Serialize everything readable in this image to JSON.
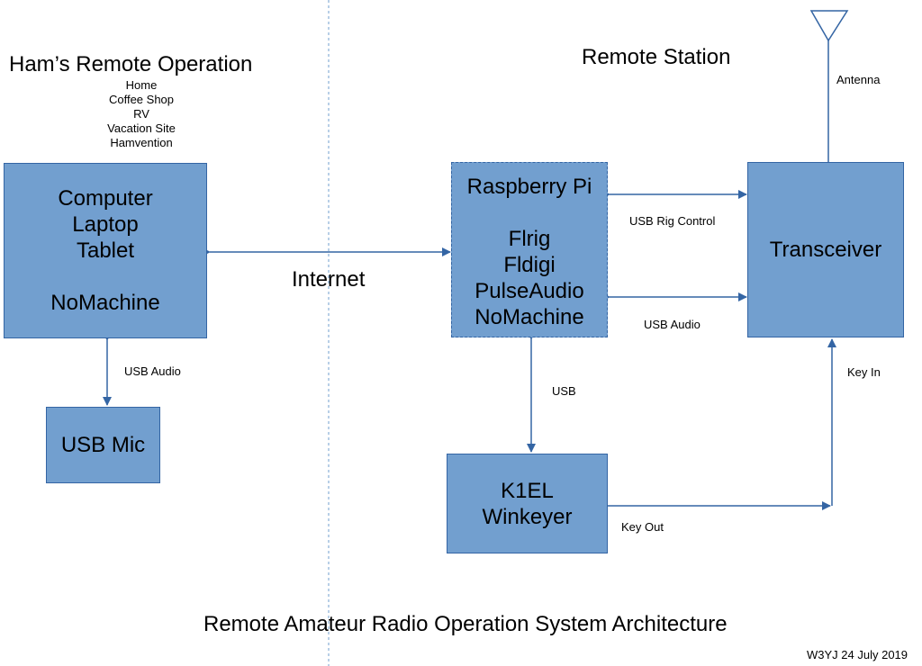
{
  "left_section": {
    "title": "Ham’s Remote Operation",
    "locations": [
      "Home",
      "Coffee Shop",
      "RV",
      "Vacation Site",
      "Hamvention"
    ]
  },
  "right_section": {
    "title": "Remote Station"
  },
  "boxes": {
    "computer": {
      "lines": [
        "Computer",
        "Laptop",
        "Tablet",
        "",
        "NoMachine"
      ]
    },
    "usb_mic": {
      "label": "USB Mic"
    },
    "raspberry_pi": {
      "lines": [
        "Raspberry Pi",
        "",
        "Flrig",
        "Fldigi",
        "PulseAudio",
        "NoMachine"
      ]
    },
    "transceiver": {
      "label": "Transceiver"
    },
    "winkeyer": {
      "lines": [
        "K1EL",
        "Winkeyer"
      ]
    }
  },
  "links": {
    "internet": "Internet",
    "usb_audio_left": "USB Audio",
    "usb_rig_control": "USB Rig Control",
    "usb_audio_right": "USB Audio",
    "usb": "USB",
    "key_in": "Key In",
    "key_out": "Key Out",
    "antenna": "Antenna"
  },
  "footer": {
    "caption": "Remote Amateur Radio Operation System Architecture",
    "credit": "W3YJ 24 July 2019"
  },
  "colors": {
    "box_fill": "#729fcf",
    "box_border": "#3465a4",
    "connector": "#3465a4",
    "divider": "#729fcf"
  }
}
